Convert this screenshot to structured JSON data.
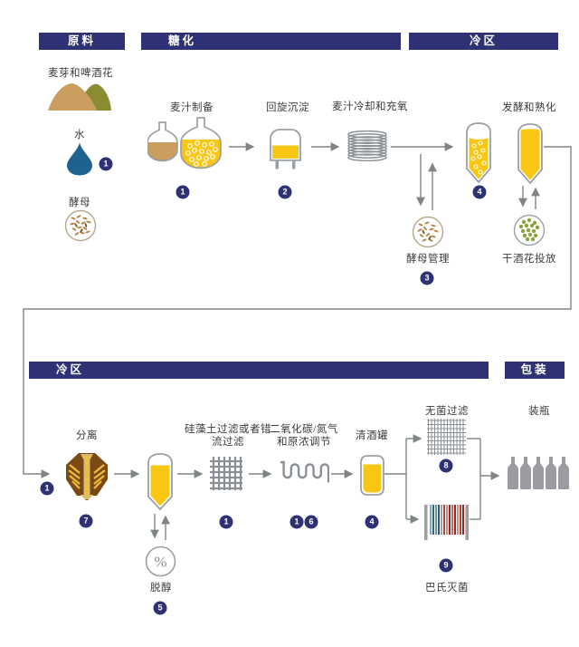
{
  "banners": {
    "raw_materials": "原料",
    "mashing": "糖化",
    "cold_zone_top": "冷区",
    "cold_zone_bottom": "冷区",
    "packaging": "包装"
  },
  "labels": {
    "malt_and_hops": "麦芽和啤酒花",
    "water": "水",
    "yeast": "酵母",
    "wort_preparation": "麦汁制备",
    "whirlpool": "回旋沉淀",
    "wort_cooling_aeration": "麦汁冷却和充氧",
    "fermentation_maturation": "发酵和熟化",
    "yeast_management": "酵母管理",
    "dry_hopping": "干酒花投放",
    "separation": "分离",
    "de_filtration_line1": "硅藻土过滤或者错",
    "de_filtration_line2": "流过滤",
    "co2_line1": "二氧化碳/氮气",
    "co2_line2": "和原浓调节",
    "bright_beer_tank": "清酒罐",
    "sterile_filtration": "无菌过滤",
    "dealcoholization": "脱醇",
    "pasteurization": "巴氏灭菌",
    "bottling": "装瓶",
    "percent_symbol": "%"
  },
  "badges": {
    "water": "1",
    "wort_preparation": "1",
    "whirlpool": "2",
    "yeast_management": "3",
    "fermenter": "4",
    "loop_return": "1",
    "separation": "7",
    "dealcoholization": "5",
    "de_filtration": "1",
    "co2_a": "1",
    "co2_b": "6",
    "bright_beer_tank": "4",
    "sterile_filtration": "8",
    "pasteurization": "9"
  },
  "colors": {
    "banner_navy": "#2e3274",
    "beer_yellow": "#f9c713",
    "line_gray": "#7f8487",
    "water_blue": "#1e6290",
    "malt_tan": "#c99e5f",
    "hop_olive": "#8b8b33",
    "centrifuge_brown": "#7b4a12"
  }
}
